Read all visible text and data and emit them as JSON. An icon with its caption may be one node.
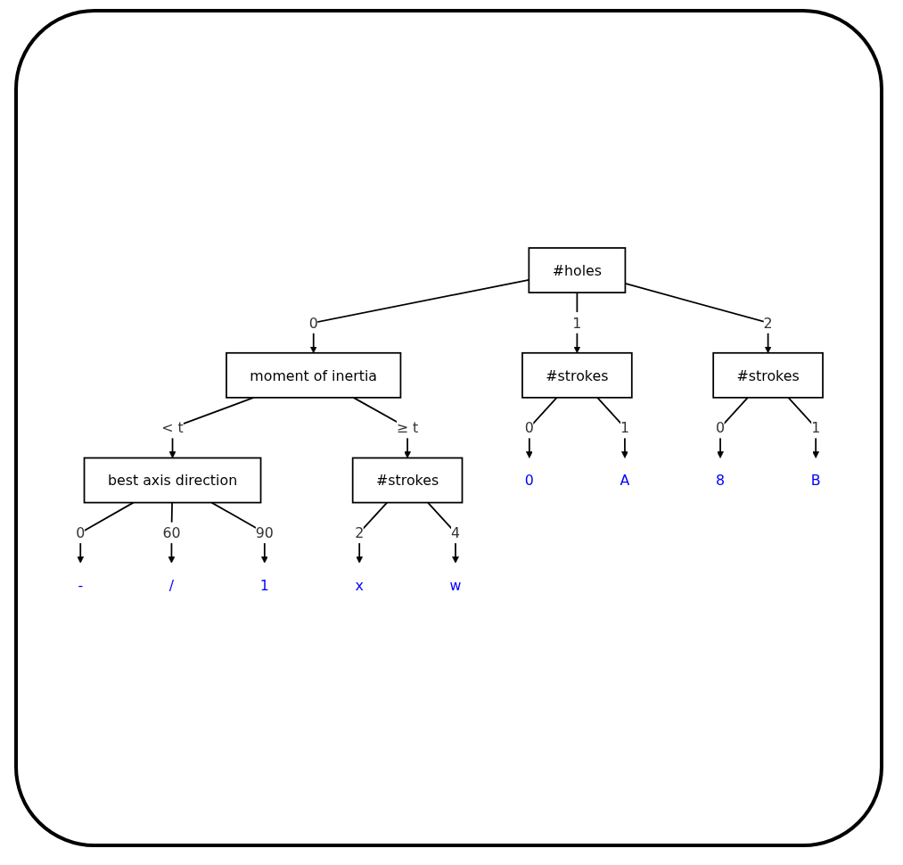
{
  "diagram": {
    "nodes": [
      {
        "text": [
          "#holes"
        ]
      },
      {
        "text": [
          "moment of inertia"
        ]
      },
      {
        "text": [
          "#strokes"
        ]
      },
      {
        "text": [
          "#strokes"
        ]
      },
      {
        "text": [
          "best axis direction"
        ]
      },
      {
        "text": [
          "#strokes"
        ]
      },
      {
        "text": [
          "-"
        ]
      },
      {
        "text": [
          "/"
        ]
      },
      {
        "text": [
          "1"
        ]
      },
      {
        "text": [
          "x"
        ]
      },
      {
        "text": [
          "w"
        ]
      },
      {
        "text": [
          "0"
        ]
      },
      {
        "text": [
          "A"
        ]
      },
      {
        "text": [
          "8"
        ]
      },
      {
        "text": [
          "B"
        ]
      }
    ],
    "edges": [
      {
        "from": 0,
        "to": 1,
        "arrow": "to",
        "label": "0"
      },
      {
        "from": 0,
        "to": 2,
        "arrow": "to",
        "label": "1"
      },
      {
        "from": 0,
        "to": 3,
        "arrow": "to",
        "label": "2"
      },
      {
        "from": 1,
        "to": 4,
        "arrow": "to",
        "label": "< t"
      },
      {
        "from": 1,
        "to": 5,
        "arrow": "to",
        "label": "≥ t"
      },
      {
        "from": 4,
        "to": 6,
        "arrow": "to",
        "label": "0"
      },
      {
        "from": 4,
        "to": 7,
        "arrow": "to",
        "label": "60"
      },
      {
        "from": 4,
        "to": 8,
        "arrow": "to",
        "label": "90"
      },
      {
        "from": 5,
        "to": 9,
        "arrow": "to",
        "label": "2"
      },
      {
        "from": 5,
        "to": 10,
        "arrow": "to",
        "label": "4"
      },
      {
        "from": 2,
        "to": 11,
        "arrow": "to",
        "label": "0"
      },
      {
        "from": 2,
        "to": 12,
        "arrow": "to",
        "label": "1"
      },
      {
        "from": 3,
        "to": 13,
        "arrow": "to",
        "label": "0"
      },
      {
        "from": 3,
        "to": 14,
        "arrow": "to",
        "label": "1"
      }
    ]
  }
}
